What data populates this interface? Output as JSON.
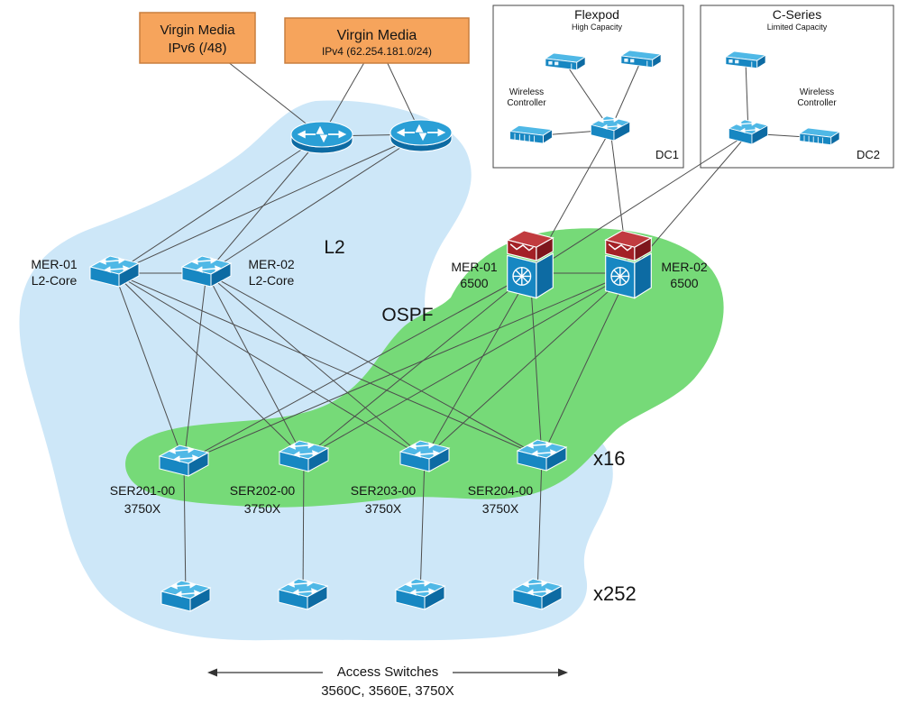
{
  "isp": {
    "ipv6": {
      "line1": "Virgin Media",
      "line2": "IPv6 (/48)"
    },
    "ipv4": {
      "line1": "Virgin Media",
      "line2": "IPv4 (62.254.181.0/24)"
    }
  },
  "datacenters": {
    "dc1": {
      "title": "Flexpod",
      "subtitle": "High Capacity",
      "wireless1": "Wireless",
      "wireless2": "Controller",
      "badge": "DC1"
    },
    "dc2": {
      "title": "C-Series",
      "subtitle": "Limited Capacity",
      "wireless1": "Wireless",
      "wireless2": "Controller",
      "badge": "DC2"
    }
  },
  "zones": {
    "l2": "L2",
    "ospf": "OSPF"
  },
  "core": {
    "mer01_l2": {
      "line1": "MER-01",
      "line2": "L2-Core"
    },
    "mer02_l2": {
      "line1": "MER-02",
      "line2": "L2-Core"
    },
    "mer01_6500": {
      "line1": "MER-01",
      "line2": "6500"
    },
    "mer02_6500": {
      "line1": "MER-02",
      "line2": "6500"
    }
  },
  "distribution": {
    "ser201": {
      "line1": "SER201-00",
      "line2": "3750X"
    },
    "ser202": {
      "line1": "SER202-00",
      "line2": "3750X"
    },
    "ser203": {
      "line1": "SER203-00",
      "line2": "3750X"
    },
    "ser204": {
      "line1": "SER204-00",
      "line2": "3750X"
    }
  },
  "multipliers": {
    "distribution": "x16",
    "access": "x252"
  },
  "footer": {
    "line1": "Access Switches",
    "line2": "3560C, 3560E, 3750X"
  },
  "colors": {
    "isp_box_fill": "#f6a45c",
    "isp_box_border": "#c97e3e",
    "zone_l2_fill": "#cde7f8",
    "zone_ospf_fill": "#76da78",
    "device_blue": "#1787c2",
    "chassis_red": "#a32026",
    "edge": "#4d4d4d"
  },
  "icons": {
    "router-icon": "cisco-router-cylinder-with-arrows",
    "switch-icon": "3d-switch-box-with-arrows",
    "chassis-6500-icon": "red-top-multilayer-switch-chassis",
    "server-icon": "3d-rack-server",
    "wireless-controller-icon": "3d-wireless-controller"
  },
  "connections": [
    [
      "isp-ipv6",
      "router-1"
    ],
    [
      "isp-ipv4",
      "router-1"
    ],
    [
      "isp-ipv4",
      "router-2"
    ],
    [
      "router-1",
      "router-2"
    ],
    [
      "router-1",
      "mer01-l2"
    ],
    [
      "router-1",
      "mer02-l2"
    ],
    [
      "router-2",
      "mer01-l2"
    ],
    [
      "router-2",
      "mer02-l2"
    ],
    [
      "dc1-server-1",
      "dc1-switch"
    ],
    [
      "dc1-server-2",
      "dc1-switch"
    ],
    [
      "dc1-wlc",
      "dc1-switch"
    ],
    [
      "dc2-server",
      "dc2-switch"
    ],
    [
      "dc2-wlc",
      "dc2-switch"
    ],
    [
      "dc1-switch",
      "mer01-6500"
    ],
    [
      "dc1-switch",
      "mer02-6500"
    ],
    [
      "dc2-switch",
      "mer01-6500"
    ],
    [
      "dc2-switch",
      "mer02-6500"
    ],
    [
      "mer01-l2",
      "mer02-l2"
    ],
    [
      "mer01-6500",
      "mer02-6500"
    ],
    [
      "mer01-l2",
      "ser201"
    ],
    [
      "mer01-l2",
      "ser202"
    ],
    [
      "mer01-l2",
      "ser203"
    ],
    [
      "mer01-l2",
      "ser204"
    ],
    [
      "mer02-l2",
      "ser201"
    ],
    [
      "mer02-l2",
      "ser202"
    ],
    [
      "mer02-l2",
      "ser203"
    ],
    [
      "mer02-l2",
      "ser204"
    ],
    [
      "mer01-6500",
      "ser201"
    ],
    [
      "mer01-6500",
      "ser202"
    ],
    [
      "mer01-6500",
      "ser203"
    ],
    [
      "mer01-6500",
      "ser204"
    ],
    [
      "mer02-6500",
      "ser201"
    ],
    [
      "mer02-6500",
      "ser202"
    ],
    [
      "mer02-6500",
      "ser203"
    ],
    [
      "mer02-6500",
      "ser204"
    ],
    [
      "ser201",
      "acc1"
    ],
    [
      "ser202",
      "acc2"
    ],
    [
      "ser203",
      "acc3"
    ],
    [
      "ser204",
      "acc4"
    ]
  ]
}
